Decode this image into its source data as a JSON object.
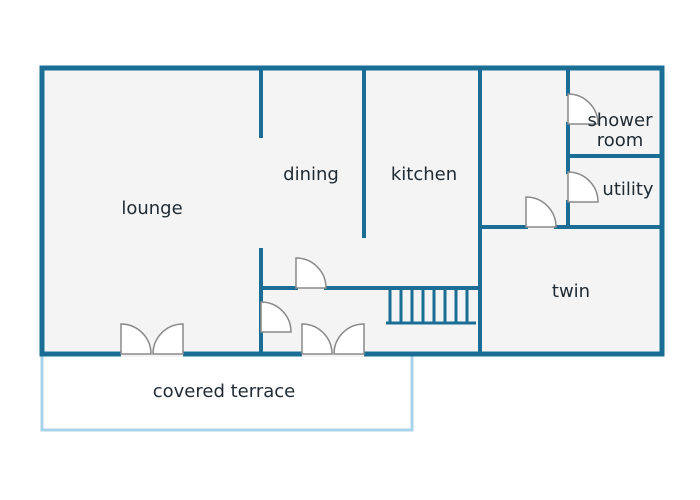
{
  "rooms": {
    "lounge": "lounge",
    "dining": "dining",
    "kitchen": "kitchen",
    "shower_room_line1": "shower",
    "shower_room_line2": "room",
    "utility": "utility",
    "twin": "twin",
    "covered_terrace": "covered terrace"
  },
  "colors": {
    "wall": "#1a6e96",
    "terrace_outline": "#a9d3ea",
    "floor": "#f4f4f4",
    "door": "#8a8a8a"
  }
}
